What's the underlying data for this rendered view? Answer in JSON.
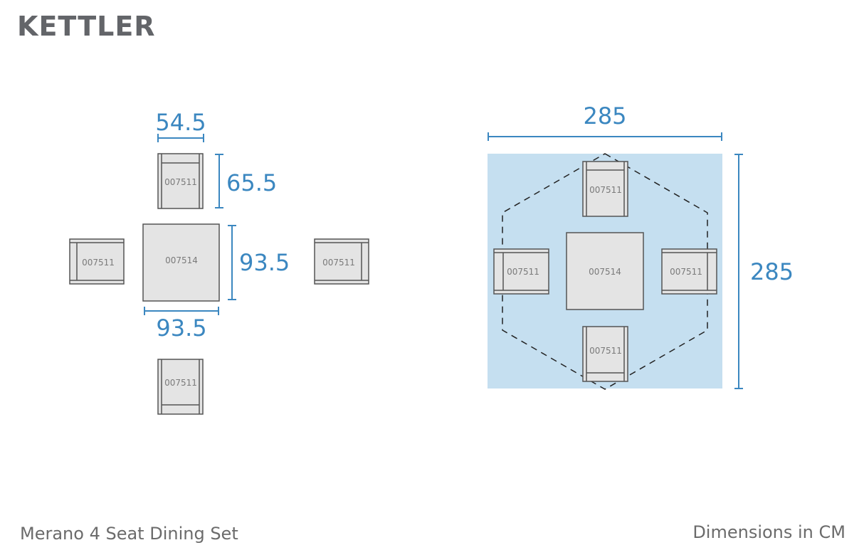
{
  "brand": {
    "logo_text": "KETTLER"
  },
  "product": {
    "name": "Merano 4 Seat Dining Set"
  },
  "units_note": "Dimensions in CM",
  "colors": {
    "dimension_blue": "#3b87c0",
    "footprint_fill": "#c5dff0",
    "furniture_fill": "#e4e4e4",
    "outline": "#555555"
  },
  "left_plan": {
    "chair_code": "007511",
    "table_code": "007514",
    "chair_width": "54.5",
    "chair_depth": "65.5",
    "table_depth": "93.5",
    "table_width": "93.5"
  },
  "right_plan": {
    "chair_code": "007511",
    "table_code": "007514",
    "footprint_width": "285",
    "footprint_depth": "285"
  }
}
